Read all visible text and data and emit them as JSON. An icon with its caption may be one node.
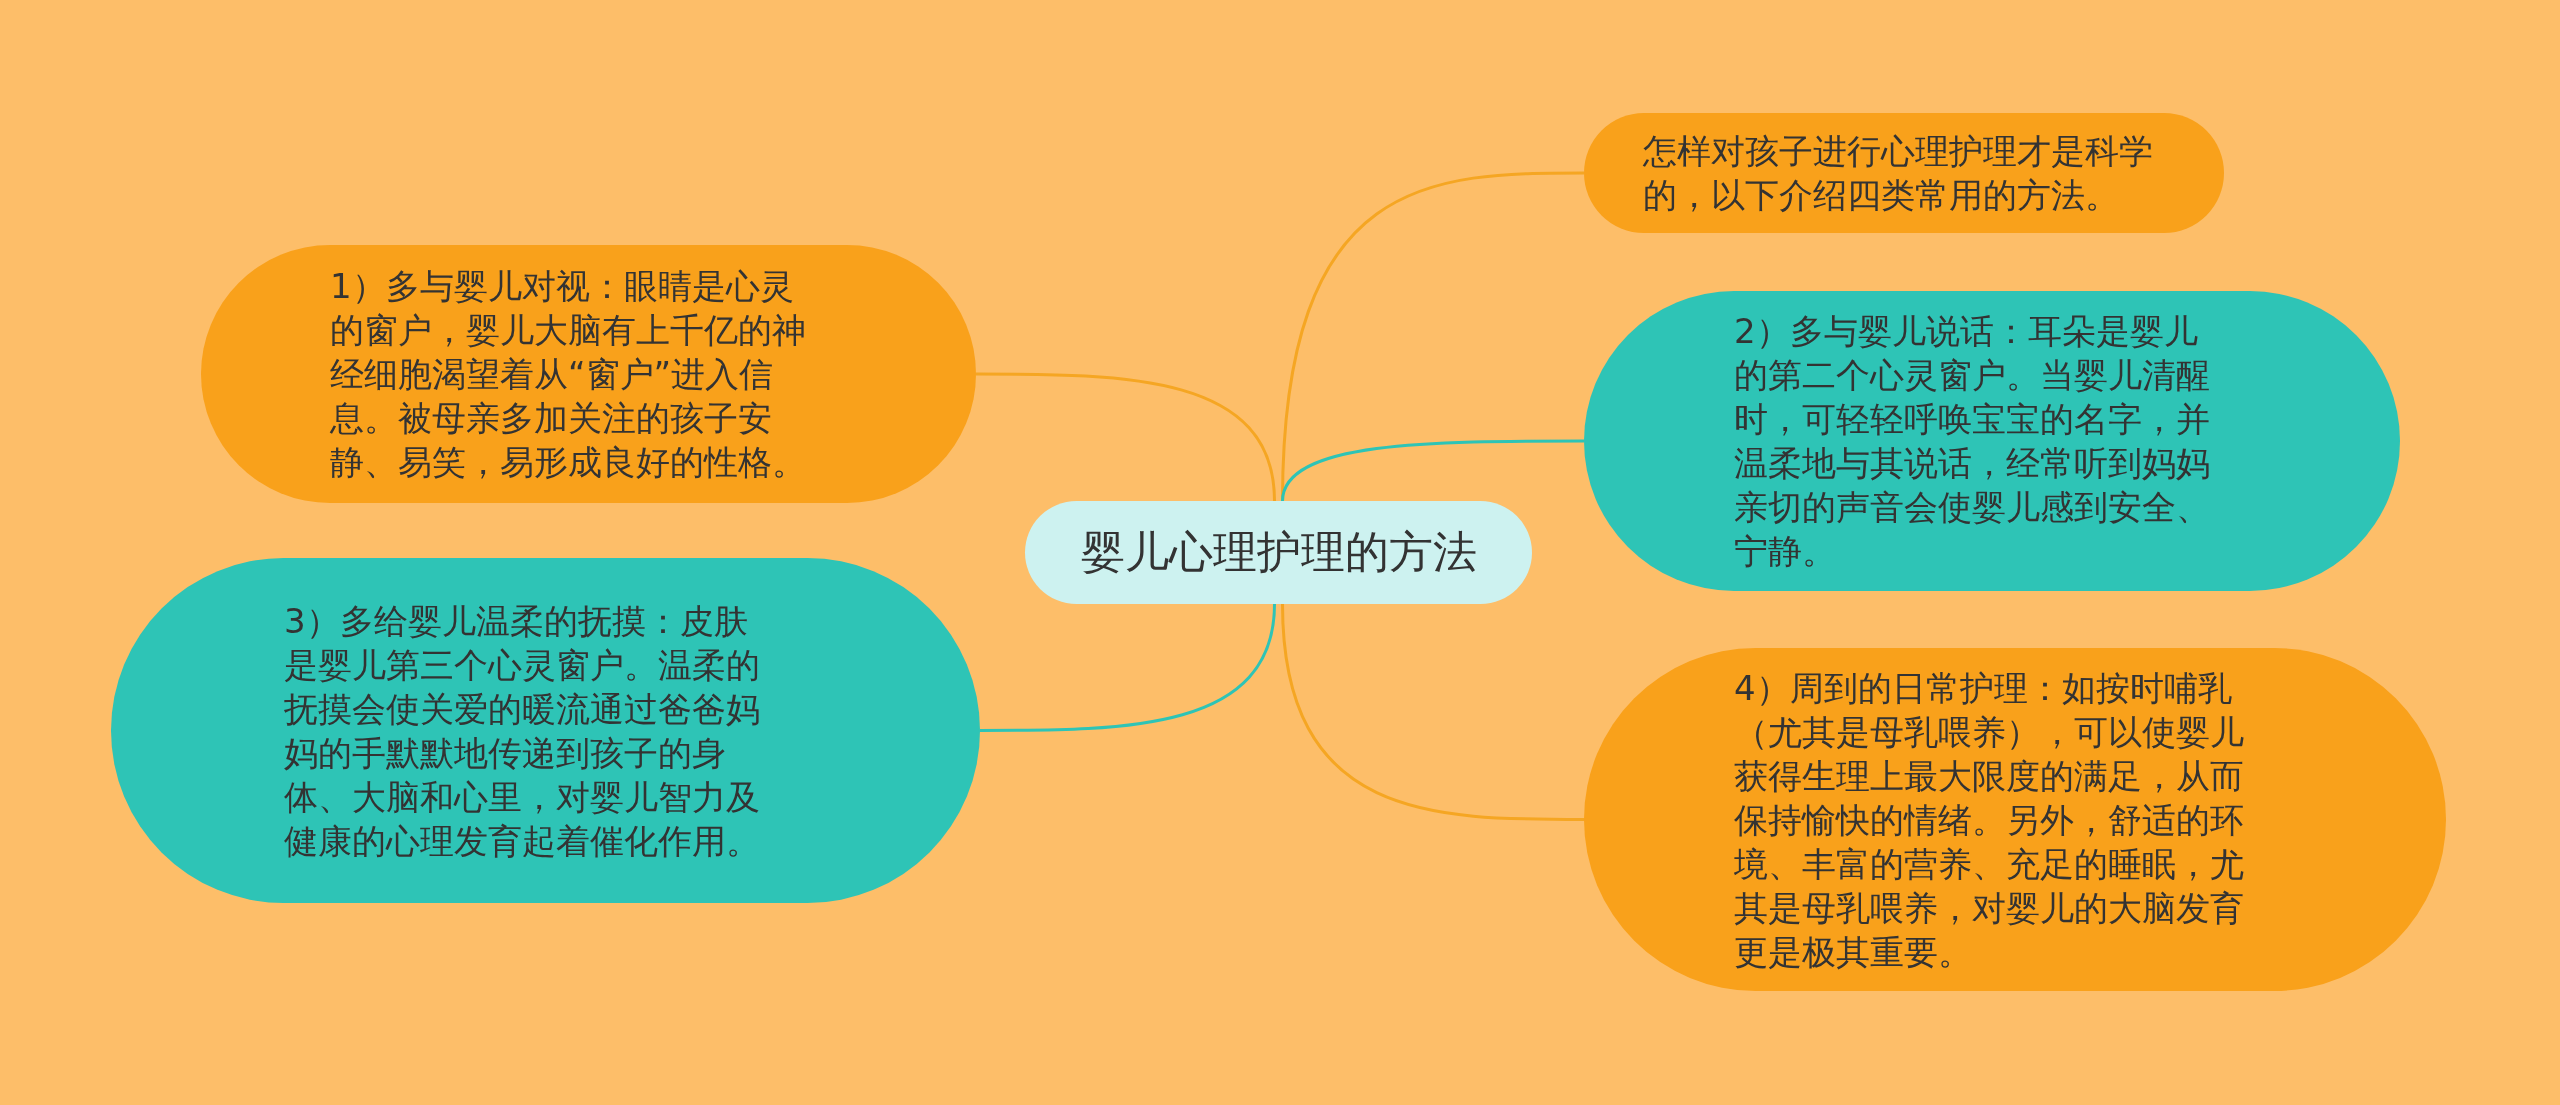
{
  "diagram": {
    "nodes": [
      {
        "text": [
          "婴儿心理护理的方法"
        ]
      },
      {
        "text": [
          "1）多与婴儿对视：眼睛是心灵的窗户，婴儿大脑有上千亿的神经细胞渴望着从“窗户”进入信息。被母亲多加关注的孩子安静、易笑，易形成良好的性格。"
        ]
      },
      {
        "text": [
          "3）多给婴儿温柔的抚摸：皮肤是婴儿第三个心灵窗户。温柔的抚摸会使关爱的暖流通过爸爸妈妈的手默默地传递到孩子的身体、大脑和心里，对婴儿智力及健康的心理发育起着催化作用。"
        ]
      },
      {
        "text": [
          "怎样对孩子进行心理护理才是科学的，以下介绍四类常用的方法。"
        ]
      },
      {
        "text": [
          "2）多与婴儿说话：耳朵是婴儿的第二个心灵窗户。当婴儿清醒时，可轻轻呼唤宝宝的名字，并温柔地与其说话，经常听到妈妈亲切的声音会使婴儿感到安全、宁静。"
        ]
      },
      {
        "text": [
          "4）周到的日常护理：如按时哺乳（尤其是母乳喂养），可以使婴儿获得生理上最大限度的满足，从而保持愉快的情绪。另外，舒适的环境、丰富的营养、充足的睡眠，尤其是母乳喂养，对婴儿的大脑发育更是极其重要。"
        ]
      }
    ],
    "edges": [
      {
        "from": 0,
        "to": 1,
        "arrow": "none"
      },
      {
        "from": 0,
        "to": 2,
        "arrow": "none",
        "color": "#2ec4b6"
      },
      {
        "from": 0,
        "to": 3,
        "arrow": "none"
      },
      {
        "from": 0,
        "to": 4,
        "arrow": "none",
        "color": "#2ec4b6"
      },
      {
        "from": 0,
        "to": 5,
        "arrow": "none"
      }
    ]
  }
}
